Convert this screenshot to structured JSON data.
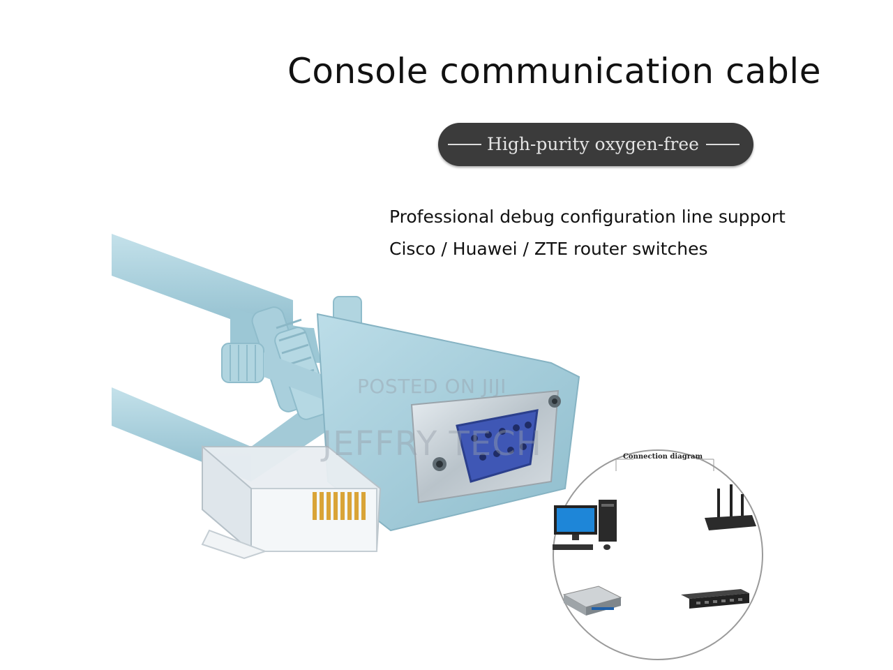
{
  "headline": {
    "title": "Console communication cable",
    "pill_text": "High-purity oxygen-free"
  },
  "description": {
    "line1": "Professional debug configuration line support",
    "line2": "Cisco / Huawei / ZTE router switches"
  },
  "watermark": {
    "line1": "POSTED ON JIJI",
    "line2": "JEFFRY TECH"
  },
  "diagram": {
    "title": "Connection diagram"
  },
  "colors": {
    "cable": "#a9cfdc",
    "cable_dark": "#8fbccb",
    "pill": "#3b3b3b",
    "port_blue": "#3f57b5"
  }
}
